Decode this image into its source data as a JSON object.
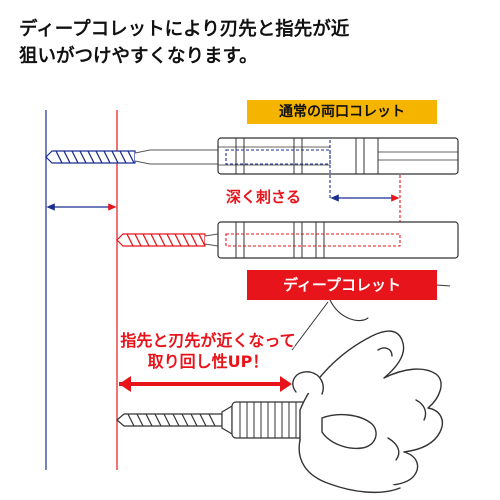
{
  "heading": {
    "line1": "ディープコレットにより刃先と指先が近",
    "line2": "狙いがつけやすくなります。"
  },
  "labels": {
    "normal_collet": "通常の両口コレット",
    "deep_insert": "深く刺さる",
    "deep_collet": "ディープコレット",
    "callout_line1": "指先と刃先が近くなって",
    "callout_line2": "取り回し性UP！"
  },
  "colors": {
    "blue": "#1b2f8f",
    "red": "#e8141b",
    "yellow": "#f5b400",
    "ink": "#111111"
  }
}
